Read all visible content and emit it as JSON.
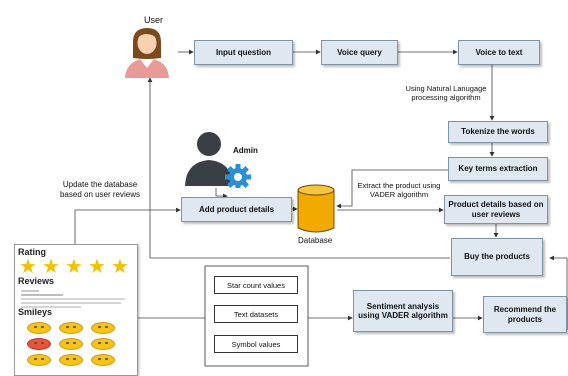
{
  "actors": {
    "user_label": "User",
    "admin_label": "Admin",
    "database_label": "Database"
  },
  "boxes": {
    "input_question": "Input question",
    "voice_query": "Voice query",
    "voice_to_text": "Voice to text",
    "tokenize": "Tokenize the words",
    "key_terms": "Key terms extraction",
    "product_details": "Product details based on user reviews",
    "buy_products": "Buy the products",
    "add_product": "Add product details",
    "star_count": "Star count values",
    "text_datasets": "Text datasets",
    "symbol_values": "Symbol values",
    "sentiment": "Sentiment analysis using VADER algorithm",
    "recommend": "Recommend the products"
  },
  "annotations": {
    "nlp": "Using Natural Lanugage processing algorithm",
    "extract": "Extract the product using VADER algorithm",
    "update_db": "Update the database based on user reviews"
  },
  "review_panel": {
    "rating_title": "Rating",
    "reviews_title": "Reviews",
    "smileys_title": "Smileys",
    "stars": 5
  },
  "colors": {
    "box_fill": "#dfe8f1",
    "box_border": "#7f93a6",
    "db_fill": "#f2a900",
    "admin_gear": "#2a8fd6",
    "star": "#f2c200"
  }
}
